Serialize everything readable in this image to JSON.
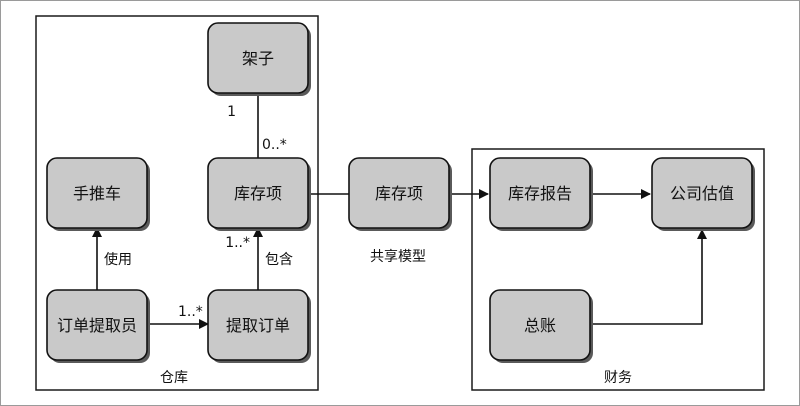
{
  "contexts": {
    "warehouse": {
      "label": "仓库"
    },
    "finance": {
      "label": "财务"
    },
    "shared_model": {
      "label": "共享模型"
    }
  },
  "nodes": {
    "shelf": "架子",
    "cart": "手推车",
    "inventory_item_warehouse": "库存项",
    "inventory_item_shared": "库存项",
    "order_picker": "订单提取员",
    "pick_order": "提取订单",
    "inventory_report": "库存报告",
    "company_valuation": "公司估值",
    "general_ledger": "总账"
  },
  "edge_labels": {
    "shelf_multiplicity": "1",
    "item_multiplicity": "0..*",
    "uses": "使用",
    "picker_to_order_multiplicity": "1..*",
    "contains_multiplicity": "1..*",
    "contains": "包含"
  },
  "colors": {
    "node_fill": "#c9c9c9",
    "node_shadow": "#5a5a5a",
    "stroke": "#111111"
  }
}
